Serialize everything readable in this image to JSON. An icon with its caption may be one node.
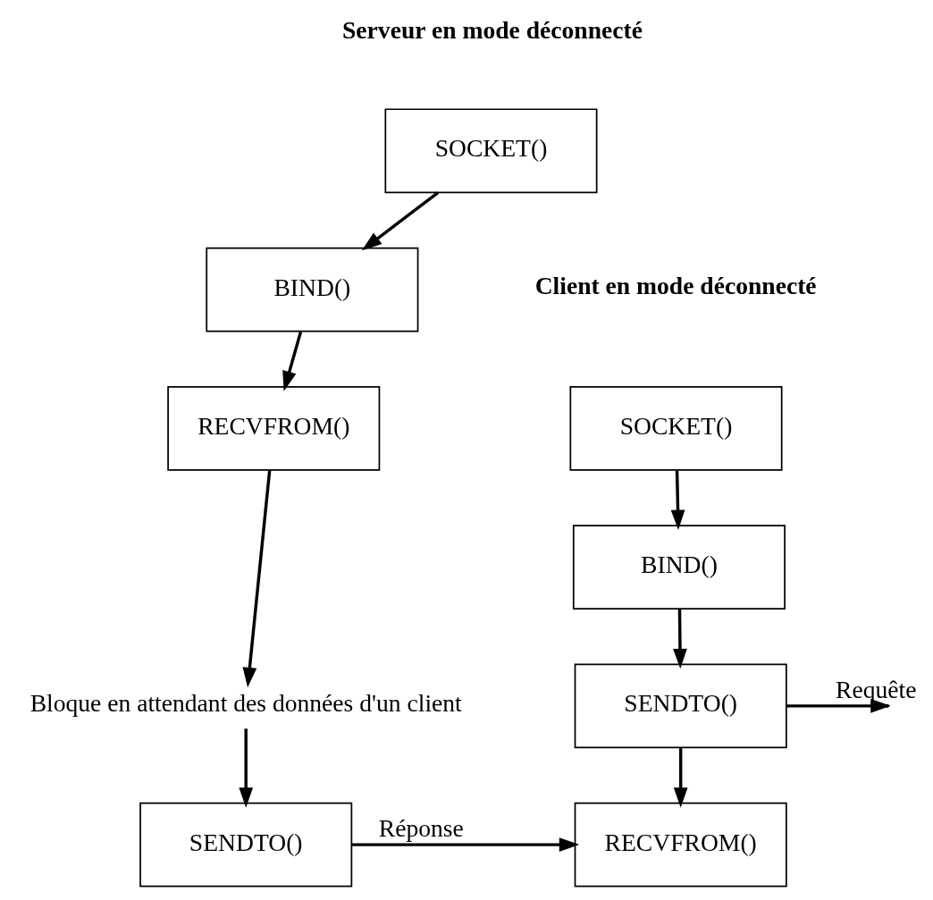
{
  "diagram": {
    "nodes": [
      {
        "text": [
          "SOCKET()"
        ]
      },
      {
        "text": [
          "BIND()"
        ]
      },
      {
        "text": [
          "RECVFROM()"
        ]
      },
      {
        "text": [
          "Bloque en attendant des données d'un client"
        ]
      },
      {
        "text": [
          "SENDTO()"
        ]
      },
      {
        "text": [
          "SOCKET()"
        ]
      },
      {
        "text": [
          "BIND()"
        ]
      },
      {
        "text": [
          "SENDTO()"
        ]
      },
      {
        "text": [
          "RECVFROM()"
        ]
      }
    ],
    "edges": [
      {
        "from": 0,
        "to": 1,
        "arrow": "to"
      },
      {
        "from": 1,
        "to": 2,
        "arrow": "to"
      },
      {
        "from": 2,
        "to": 3,
        "arrow": "to"
      },
      {
        "from": 3,
        "to": 4,
        "arrow": "to"
      },
      {
        "from": 5,
        "to": 6,
        "arrow": "to"
      },
      {
        "from": 6,
        "to": 7,
        "arrow": "to"
      },
      {
        "from": 7,
        "to": null,
        "arrow": "to",
        "label": "Requête"
      },
      {
        "from": 7,
        "to": 8,
        "arrow": "to"
      },
      {
        "from": 4,
        "to": 8,
        "arrow": "to",
        "label": "Réponse"
      }
    ],
    "labels": [
      "Serveur en mode déconnecté",
      "Client en mode déconnecté"
    ]
  }
}
